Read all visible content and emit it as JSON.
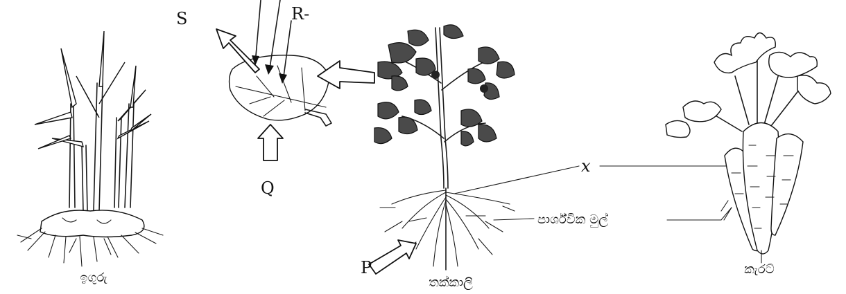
{
  "labels": {
    "ginger_name": "ඉගුරු",
    "tomato_name": "තක්කාලි",
    "carrot_name": "කැරට්",
    "lateral_root": "පාර්ශ්වික මුල්",
    "S": "S",
    "R": "R-",
    "Q": "Q",
    "P": "P",
    "x": "x"
  }
}
